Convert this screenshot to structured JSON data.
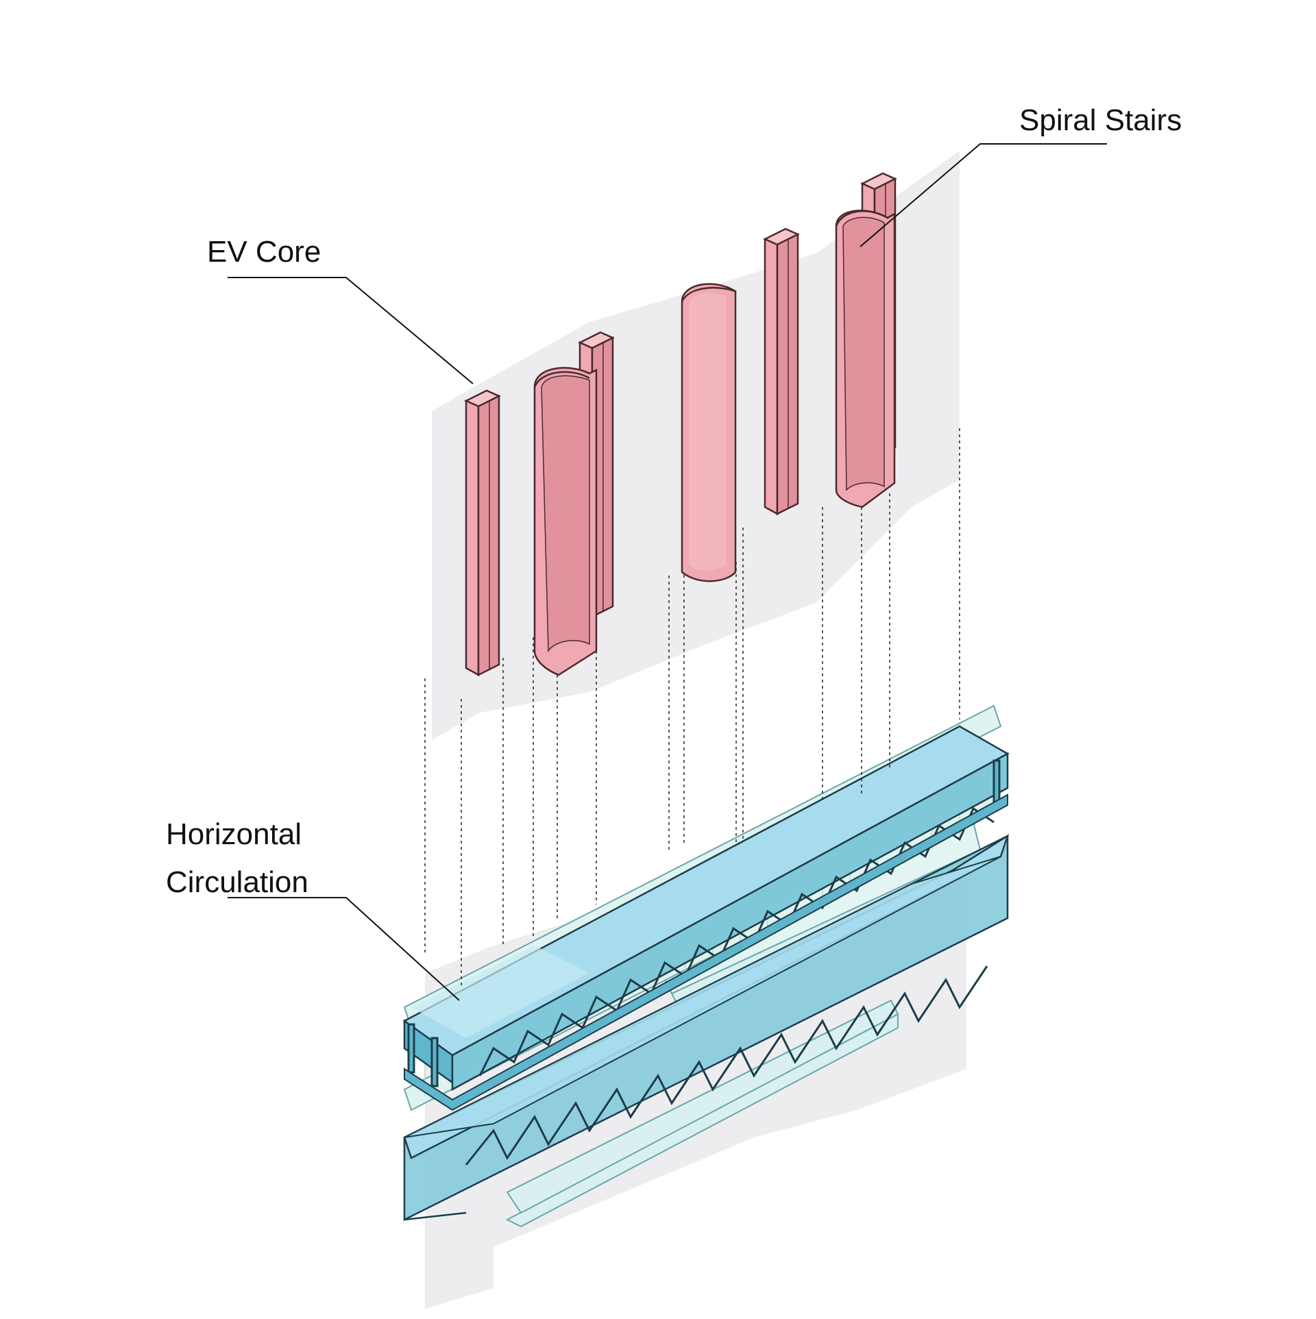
{
  "labels": {
    "ev_core": "EV Core",
    "spiral_stairs": "Spiral Stairs",
    "horizontal_line1": "Horizontal",
    "horizontal_line2": "Circulation"
  },
  "colors": {
    "core_fill": "#f0a8b3",
    "core_side": "#d9858f",
    "core_top": "#f7c4cb",
    "core_stroke": "#4a2a2e",
    "bridge_fill": "#a6dced",
    "bridge_side": "#5fb6cd",
    "bridge_stroke": "#1d3d48",
    "glass_fill": "#d8f0f0",
    "glass_grid": "#b2d8d6",
    "shadow": "#ededf0",
    "leader": "#111111"
  }
}
